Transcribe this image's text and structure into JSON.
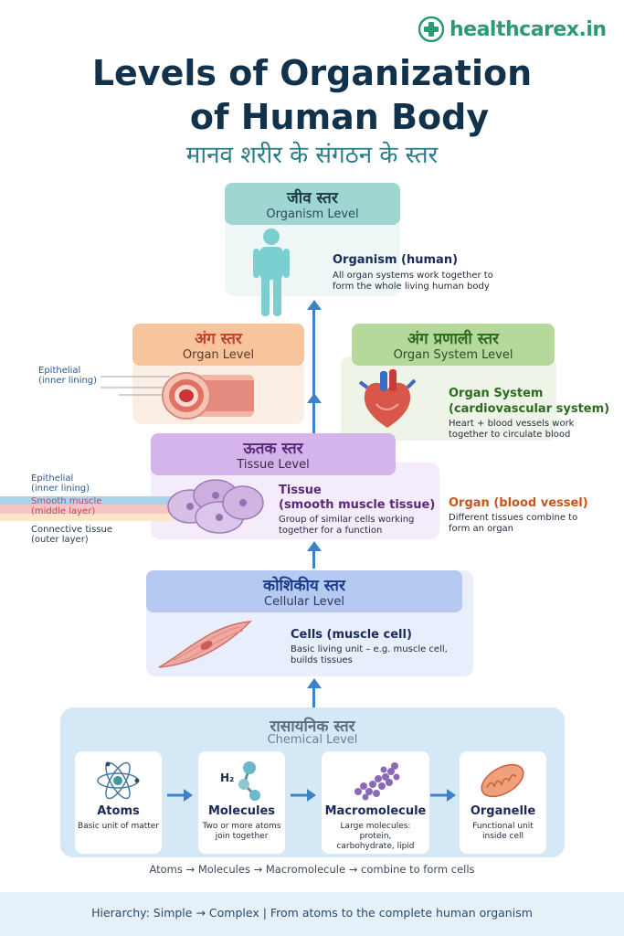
{
  "brand": {
    "text": "healthcarex.in"
  },
  "title": {
    "line1": "Levels of Organization",
    "line2": "of Human Body",
    "hindi": "मानव शरीर के संगठन के स्तर"
  },
  "organism": {
    "hi": "जीव स्तर",
    "en": "Organism Level",
    "name": "Organism (human)",
    "desc1": "All organ systems work together to",
    "desc2": "form the whole living human body"
  },
  "organ": {
    "hi": "अंग स्तर",
    "en": "Organ Level",
    "label1": "Epithelial",
    "label2": "(inner lining)"
  },
  "organ_system": {
    "hi": "अंग प्रणाली स्तर",
    "en": "Organ System Level",
    "name1": "Organ System",
    "name2": "(cardiovascular system)",
    "desc1": "Heart + blood vessels work",
    "desc2": "together to circulate blood"
  },
  "tissue": {
    "hi": "ऊतक स्तर",
    "en": "Tissue Level",
    "name1": "Tissue",
    "name2": "(smooth muscle tissue)",
    "desc1": "Group of similar cells working",
    "desc2": "together for a function",
    "lbl_epi1": "Epithelial",
    "lbl_epi2": "(inner lining)",
    "lbl_smooth1": "Smooth muscle",
    "lbl_smooth2": "(middle layer)",
    "lbl_conn1": "Connective tissue",
    "lbl_conn2": "(outer layer)",
    "organ_name": "Organ (blood vessel)",
    "organ_desc1": "Different tissues combine to",
    "organ_desc2": "form an organ"
  },
  "cellular": {
    "hi": "कोशिकीय स्तर",
    "en": "Cellular Level",
    "name": "Cells (muscle cell)",
    "desc1": "Basic living unit – e.g. muscle cell,",
    "desc2": "builds tissues"
  },
  "chemical": {
    "hi": "रासायनिक स्तर",
    "en": "Chemical Level",
    "items": [
      {
        "title": "Atoms",
        "desc1": "Basic unit of matter",
        "desc2": ""
      },
      {
        "title": "Molecules",
        "desc1": "Two or more atoms",
        "desc2": "join together"
      },
      {
        "title": "Macromolecule",
        "desc1": "Large molecules: protein,",
        "desc2": "carbohydrate, lipid"
      },
      {
        "title": "Organelle",
        "desc1": "Functional unit",
        "desc2": "inside cell"
      }
    ],
    "h2": "H₂"
  },
  "flow": "Atoms → Molecules → Macromolecule → combine to form cells",
  "footer": "Hierarchy: Simple → Complex | From atoms to the complete human organism",
  "colors": {
    "organism": "#8fd0cc",
    "organ": "#f6b98c",
    "system": "#a3cf87",
    "tissue": "#c8a3e0",
    "cell": "#a9bff0",
    "chem": "#cfe5f5",
    "arrow": "#3c82c4"
  }
}
